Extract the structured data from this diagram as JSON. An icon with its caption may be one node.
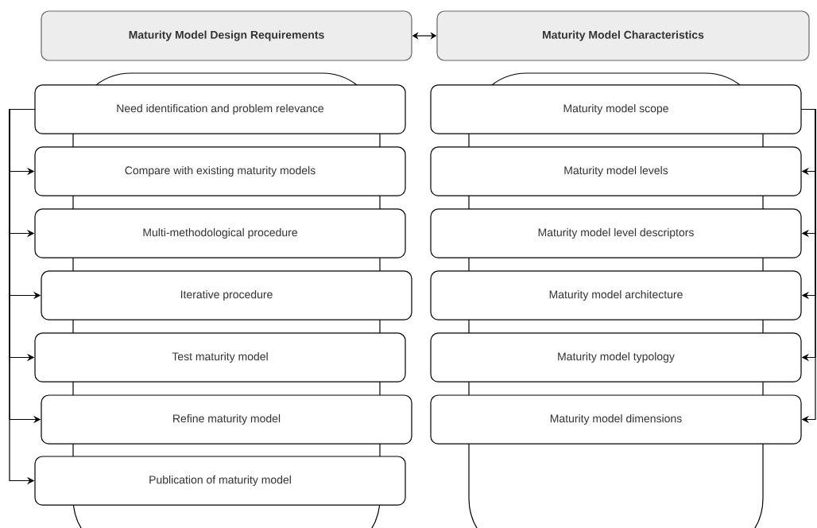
{
  "diagram": {
    "nodes": [
      {
        "text": [
          "Maturity Model Design Requirements"
        ]
      },
      {
        "text": [
          "Maturity Model Characteristics"
        ]
      },
      {
        "text": [
          "Need identification and problem relevance"
        ]
      },
      {
        "text": [
          "Compare with existing maturity models"
        ]
      },
      {
        "text": [
          "Multi-methodological procedure"
        ]
      },
      {
        "text": [
          "Iterative procedure"
        ]
      },
      {
        "text": [
          "Test maturity model"
        ]
      },
      {
        "text": [
          "Refine maturity model"
        ]
      },
      {
        "text": [
          "Publication of maturity model"
        ]
      },
      {
        "text": [
          "Maturity model scope"
        ]
      },
      {
        "text": [
          "Maturity model levels"
        ]
      },
      {
        "text": [
          "Maturity model level descriptors"
        ]
      },
      {
        "text": [
          "Maturity model architecture"
        ]
      },
      {
        "text": [
          "Maturity model typology"
        ]
      },
      {
        "text": [
          "Maturity model dimensions"
        ]
      }
    ],
    "edges": [
      {
        "from": 0,
        "to": 1,
        "arrow": "both"
      },
      {
        "from": 2,
        "to": 3,
        "arrow": "to"
      },
      {
        "from": 2,
        "to": 4,
        "arrow": "to"
      },
      {
        "from": 2,
        "to": 5,
        "arrow": "to"
      },
      {
        "from": 2,
        "to": 6,
        "arrow": "to"
      },
      {
        "from": 2,
        "to": 7,
        "arrow": "to"
      },
      {
        "from": 2,
        "to": 8,
        "arrow": "to"
      },
      {
        "from": 9,
        "to": 10,
        "arrow": "to"
      },
      {
        "from": 9,
        "to": 11,
        "arrow": "to"
      },
      {
        "from": 9,
        "to": 12,
        "arrow": "to"
      },
      {
        "from": 9,
        "to": 13,
        "arrow": "to"
      },
      {
        "from": 9,
        "to": 14,
        "arrow": "to"
      }
    ]
  }
}
